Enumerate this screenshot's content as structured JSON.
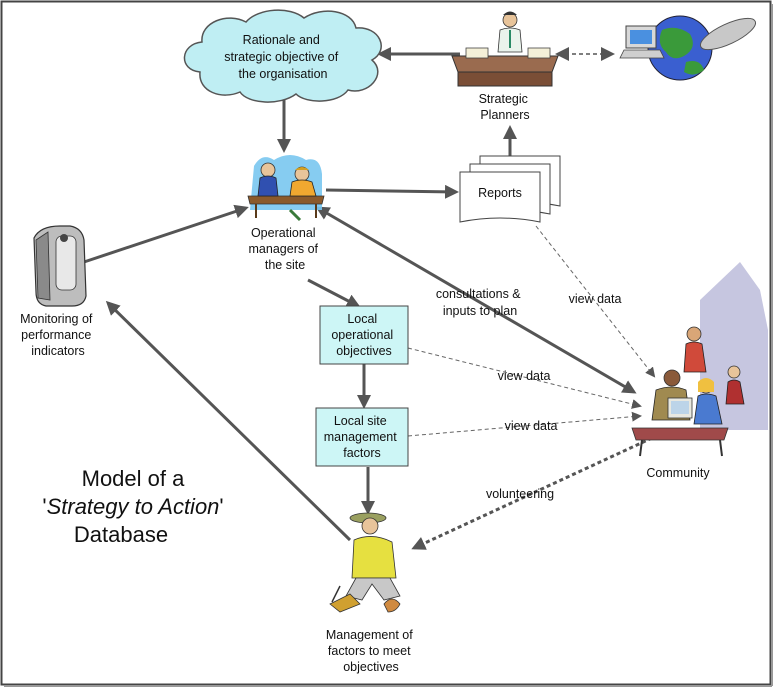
{
  "title": {
    "line1": "Model of a",
    "line2_prefix": "'",
    "line2_italic": "Strategy to Action",
    "line2_suffix": "'",
    "line3": "Database"
  },
  "nodes": {
    "rationale": {
      "lines": [
        "Rationale and",
        "strategic objective of",
        "the organisation"
      ]
    },
    "strategic_planners": {
      "lines": [
        "Strategic",
        "Planners"
      ]
    },
    "reports": {
      "label": "Reports"
    },
    "operational_managers": {
      "lines": [
        "Operational",
        "managers of",
        "the site"
      ]
    },
    "monitoring": {
      "lines": [
        "Monitoring of",
        "performance",
        "indicators"
      ]
    },
    "local_objectives": {
      "lines": [
        "Local",
        "operational",
        "objectives"
      ]
    },
    "local_factors": {
      "lines": [
        "Local site",
        "management",
        "factors"
      ]
    },
    "community": {
      "label": "Community"
    },
    "management": {
      "lines": [
        "Management of",
        "factors to meet",
        "objectives"
      ]
    }
  },
  "edge_labels": {
    "consultations": {
      "lines": [
        "consultations &",
        "inputs to plan"
      ]
    },
    "view_data_reports": "view data",
    "view_data_objectives": "view data",
    "view_data_factors": "view data",
    "volunteering": "volunteering"
  },
  "colors": {
    "cloud_fill": "#bfeef3",
    "box_fill": "#cdf6f6",
    "arrow": "#555555",
    "border": "#444444"
  },
  "icons": [
    "globe-computer-icon",
    "planner-desk-icon",
    "meeting-icon",
    "reports-stack-icon",
    "mobile-device-icon",
    "community-computer-icon",
    "gardener-icon"
  ]
}
